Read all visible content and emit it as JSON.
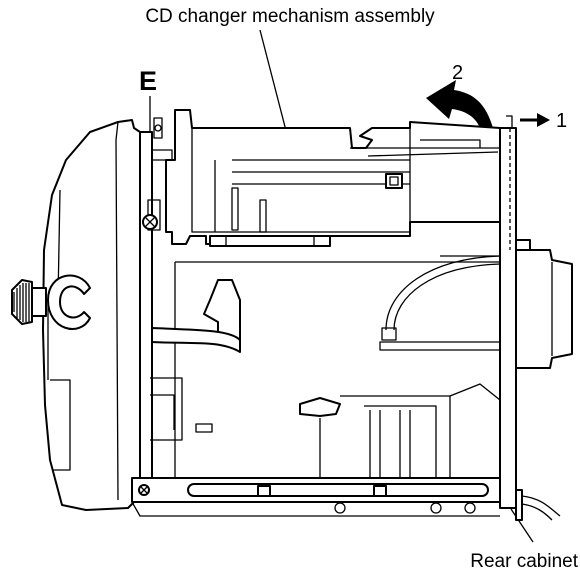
{
  "labels": {
    "mechanism": "CD changer mechanism assembly",
    "screw_letter": "E",
    "arrow_one": "1",
    "arrow_two": "2",
    "rear_cabinet": "Rear cabinet"
  },
  "colors": {
    "ink": "#000000",
    "paper": "#ffffff"
  }
}
